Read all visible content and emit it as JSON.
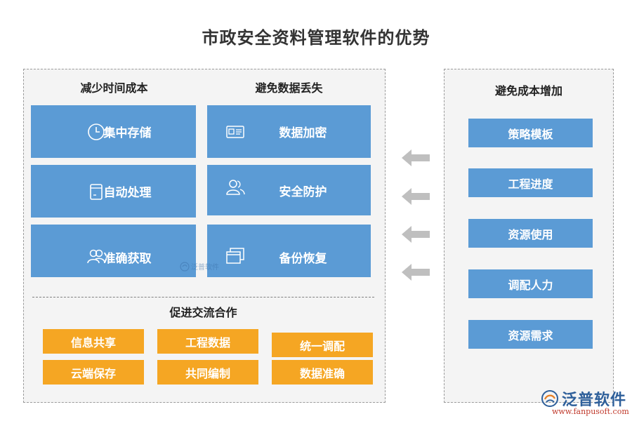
{
  "title": "市政安全资料管理软件的优势",
  "left": {
    "col1_header": "减少时间成本",
    "col2_header": "避免数据丢失",
    "col1_cards": [
      {
        "label": "集中存储",
        "icon": "clock-icon"
      },
      {
        "label": "自动处理",
        "icon": "document-icon"
      },
      {
        "label": "准确获取",
        "icon": "users-icon"
      }
    ],
    "col2_cards": [
      {
        "label": "数据加密",
        "icon": "id-card-icon"
      },
      {
        "label": "安全防护",
        "icon": "person-icon"
      },
      {
        "label": "备份恢复",
        "icon": "windows-stack-icon"
      }
    ],
    "bottom_header": "促进交流合作",
    "bottom_items": [
      "信息共享",
      "工程数据",
      "统一调配",
      "云端保存",
      "共同编制",
      "数据准确"
    ]
  },
  "right": {
    "header": "避免成本增加",
    "items": [
      "策略模板",
      "工程进度",
      "资源使用",
      "调配人力",
      "资源需求"
    ]
  },
  "watermark": "泛普软件",
  "logo": {
    "text": "泛普软件",
    "url": "www.fanpusoft.com"
  },
  "colors": {
    "blue": "#5b9bd5",
    "orange": "#f5a623",
    "arrow": "#bfbfbf"
  }
}
